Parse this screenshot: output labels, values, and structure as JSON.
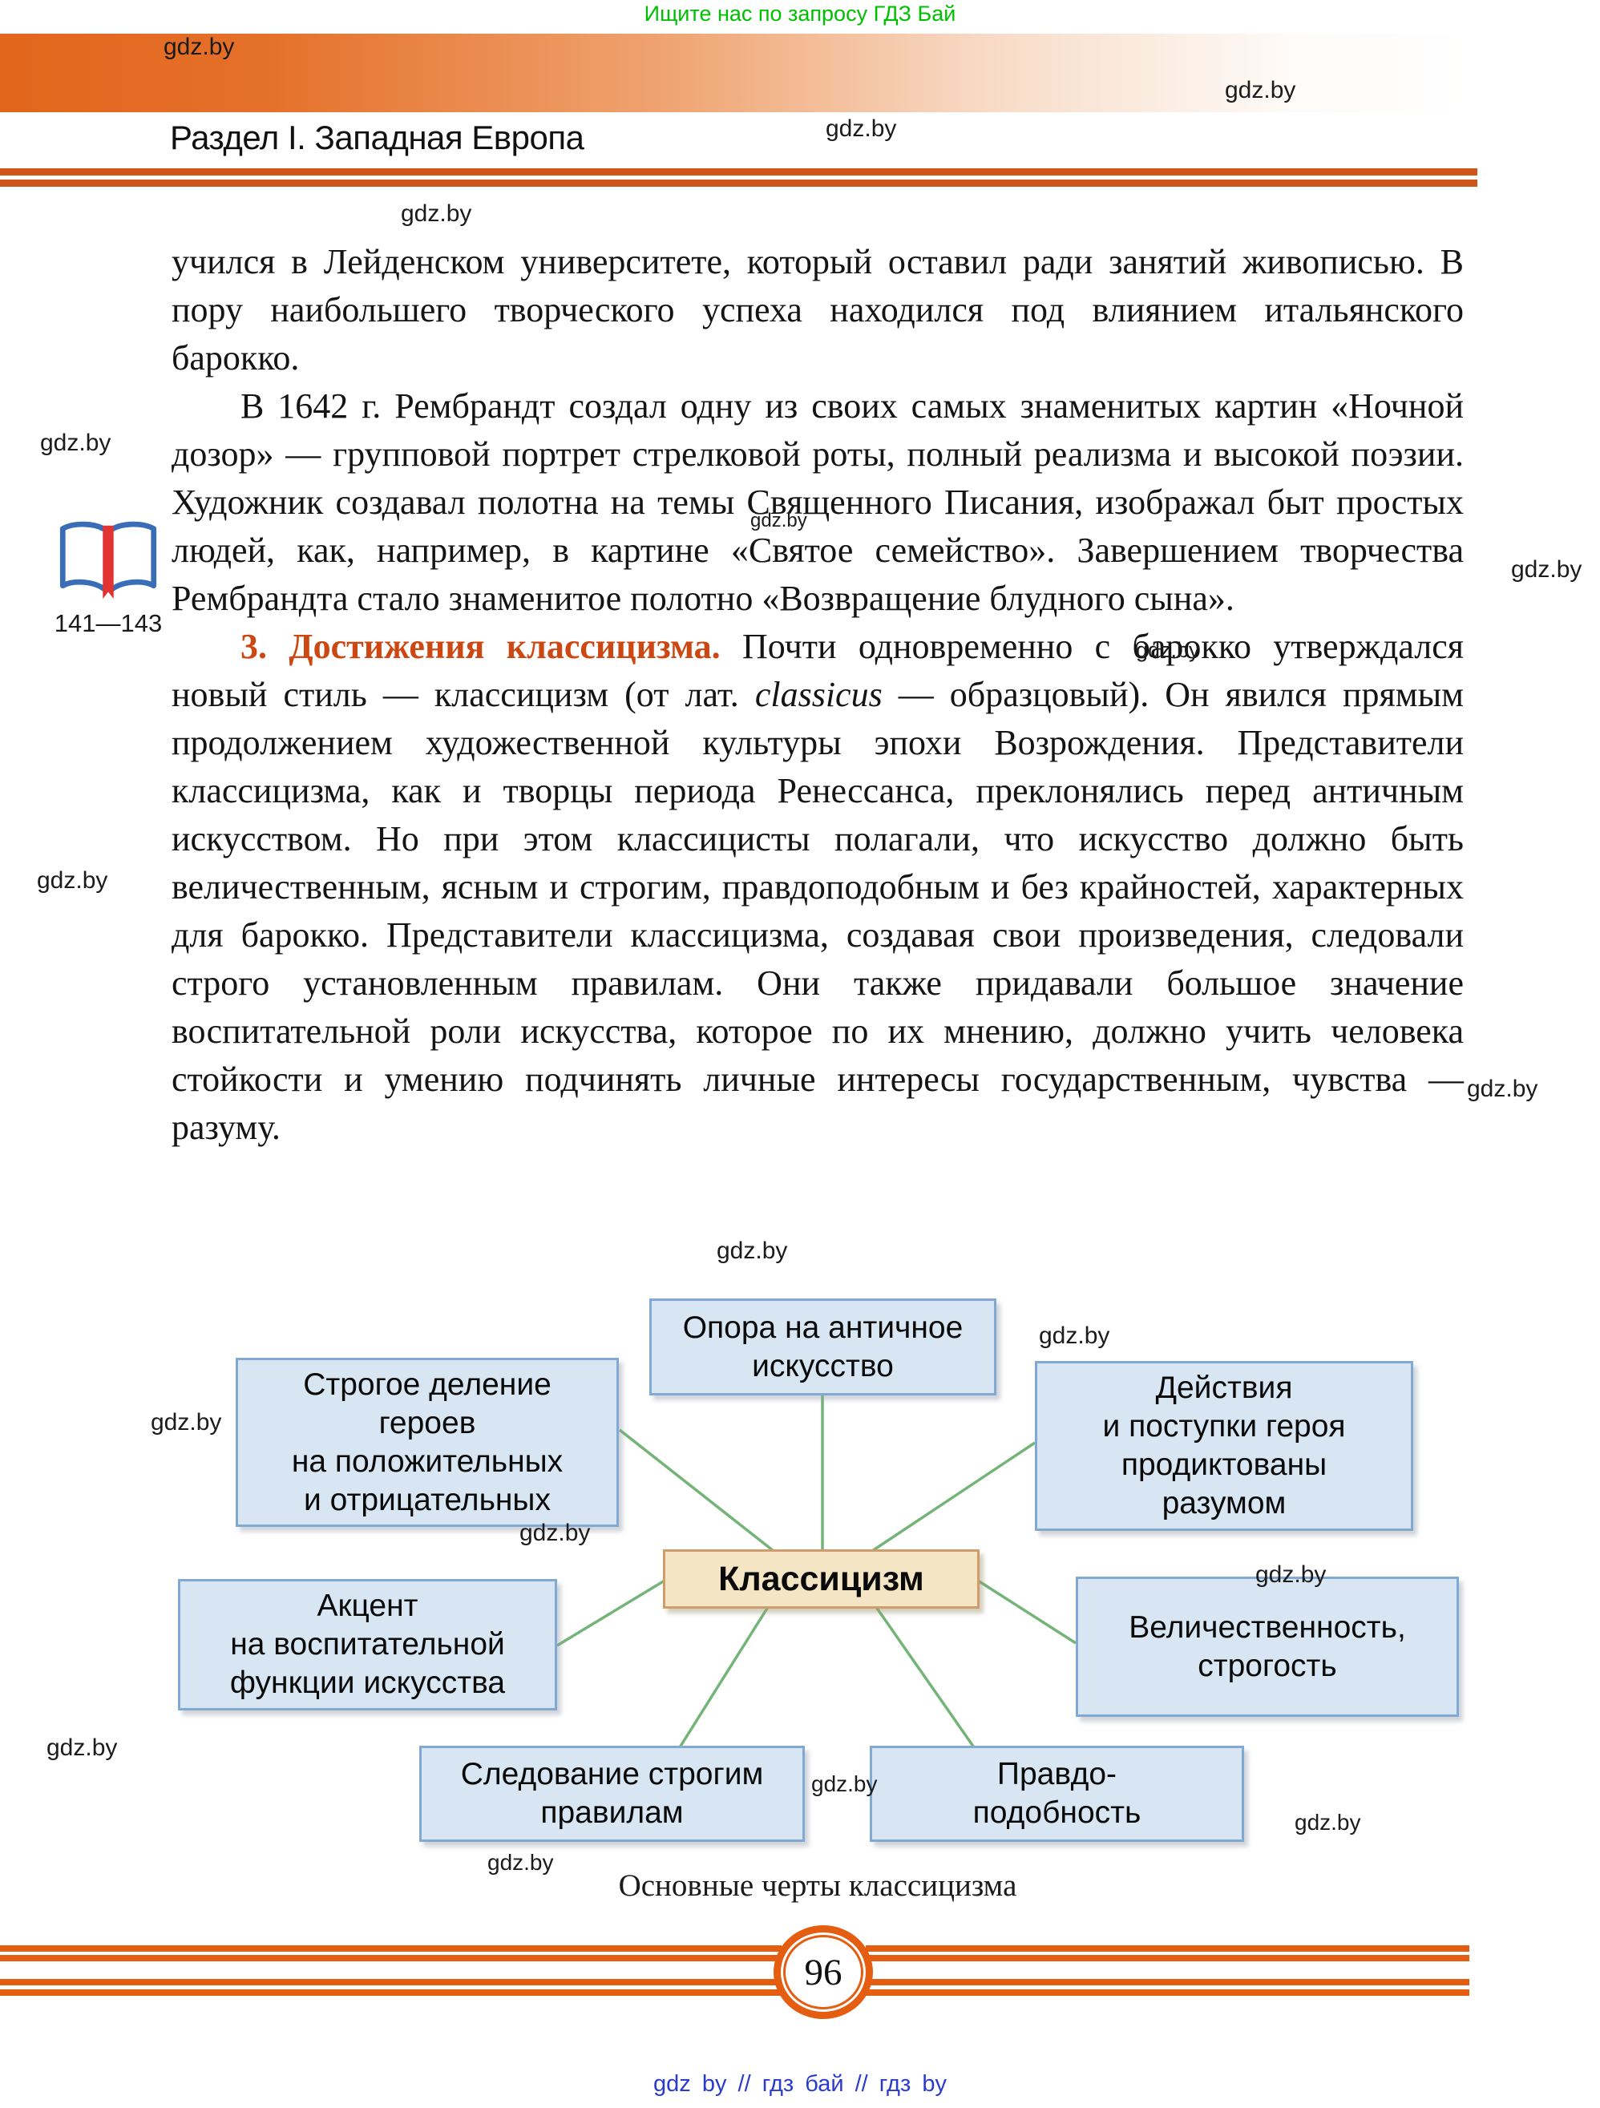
{
  "watermark": {
    "text": "gdz.by"
  },
  "banner": {
    "promo_text": "Ищите нас по запросу ГДЗ Бай"
  },
  "header": {
    "section_title": "Раздел I. Западная Европа"
  },
  "aside": {
    "pages_ref": "141—143"
  },
  "article": {
    "p1": "учился в Лейденском университете, который оставил ради занятий живописью. В пору наибольшего творческого успеха находился под влиянием итальянского барокко.",
    "p2": "В 1642 г. Рембрандт создал одну из своих самых знаменитых картин «Ночной дозор» — групповой портрет стрелковой роты, полный реализма и высокой поэзии. Художник создавал полотна на темы Священного Писания, изображал быт простых людей, как, например, в картине «Святое семейство». Завершением творчества Рембрандта стало знаменитое полотно «Возвращение блудного сына».",
    "p3_heading": "3. Достижения классицизма.",
    "p3_before_italic": "Почти одновременно с барокко утверждался новый стиль — классицизм (от лат. ",
    "p3_italic": "classicus",
    "p3_after_italic": " — образцовый). Он явился прямым продолжением художественной культуры эпохи Возрождения. Представители классицизма, как и творцы периода Ренессанса, преклонялись перед античным искусством. Но при этом классицисты полагали, что искусство должно быть величественным, ясным и строгим, правдоподобным и без крайностей, характерных для барокко. Представители классицизма, создавая свои произведения, следовали строго установленным правилам. Они также придавали большое значение воспитательной роли искусства, которое по их мнению, должно учить человека стойкости и умению подчинять личные интересы государственным, чувства — разуму."
  },
  "diagram": {
    "center_label": "Классицизм",
    "caption": "Основные черты классицизма",
    "nodes": [
      {
        "id": "opora",
        "label": "Опора на античное\nискусство"
      },
      {
        "id": "strogoe",
        "label": "Строгое деление\nгероев\nна положительных\nи отрицательных"
      },
      {
        "id": "deistviya",
        "label": "Действия\nи поступки героя\nпродиктованы\nразумом"
      },
      {
        "id": "akcent",
        "label": "Акцент\nна воспитательной\nфункции искусства"
      },
      {
        "id": "velich",
        "label": "Величественность,\nстрогость"
      },
      {
        "id": "sledovanie",
        "label": "Следование строгим\nправилам"
      },
      {
        "id": "pravdo",
        "label": "Правдо-\nподобность"
      }
    ]
  },
  "footer": {
    "page_number": "96",
    "links_text": "gdz by // гдз бай // гдз by"
  },
  "colors": {
    "heading_orange": "#cc4712",
    "bar_orange": "#e2661c",
    "rule_orange": "#cf5518",
    "stripe_orange": "#e55d10",
    "node_fill_blue": "#d8e5f3",
    "node_border_blue": "#82a9d2",
    "center_fill_tan": "#f4e6c4",
    "center_border_tan": "#cf9d6b",
    "connector_green": "#74b478",
    "promo_green": "#00bf00",
    "links_blue": "#2b3ccc"
  }
}
